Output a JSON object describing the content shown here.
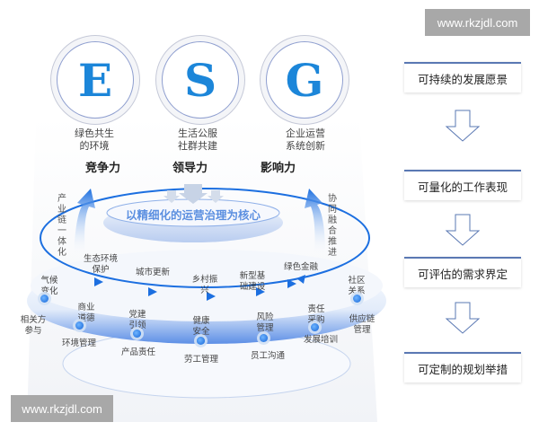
{
  "watermark_top": "www.rkzjdl.com",
  "watermark_bottom": "www.rkzjdl.com",
  "esg": [
    {
      "letter": "E",
      "caption1": "绿色共生",
      "caption2": "的环境",
      "power": "竞争力"
    },
    {
      "letter": "S",
      "caption1": "生活公服",
      "caption2": "社群共建",
      "power": "领导力"
    },
    {
      "letter": "G",
      "caption1": "企业运营",
      "caption2": "系统创新",
      "power": "影响力"
    }
  ],
  "core_title": "以精细化的运营治理为核心",
  "left_arrow_text": "产业链一体化",
  "right_arrow_text": "协同融合推进",
  "ring_items": [
    "生态环境保护",
    "城市更新",
    "乡村振兴",
    "新型基础建设",
    "绿色金融"
  ],
  "outer_items": {
    "climate": "气候变化",
    "community": "社区关系",
    "stakeholder": "相关方参与",
    "supply_chain": "供应链管理",
    "ethics": "商业道德",
    "env_mgmt": "环境管理",
    "party": "党建引领",
    "product": "产品责任",
    "health": "健康安全",
    "labor": "劳工管理",
    "risk": "风险管理",
    "staff_comm": "员工沟通",
    "procurement": "责任采购",
    "training": "发展培训"
  },
  "steps": [
    "可持续的发展愿景",
    "可量化的工作表现",
    "可评估的需求界定",
    "可定制的规划举措"
  ],
  "colors": {
    "accent": "#1c6fe0",
    "letter": "#1c86d9",
    "watermark": "#a8a8a8",
    "box_border": "#5a78b3"
  }
}
